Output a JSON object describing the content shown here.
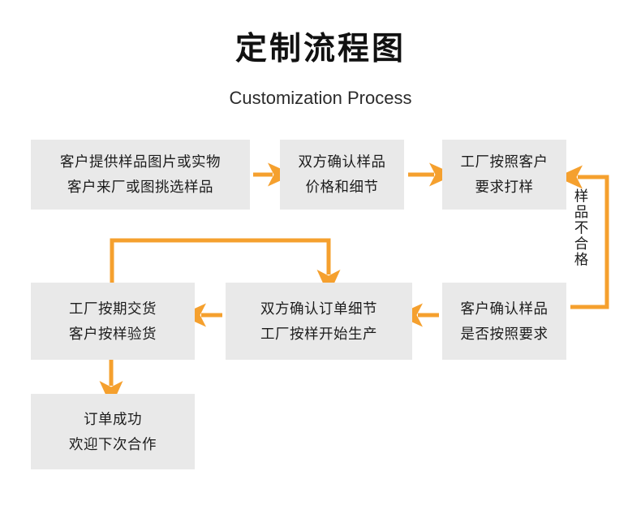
{
  "header": {
    "title": "定制流程图",
    "subtitle": "Customization Process"
  },
  "theme": {
    "arrow_color": "#F5A02E",
    "box_fill": "#E9E9E9",
    "text_color": "#1C1C1C",
    "page_background": "#FFFFFF"
  },
  "nodes": [
    {
      "id": "n1",
      "lines": [
        "客户提供样品图片或实物",
        "客户来厂或图挑选样品"
      ]
    },
    {
      "id": "n2",
      "lines": [
        "双方确认样品",
        "价格和细节"
      ]
    },
    {
      "id": "n3",
      "lines": [
        "工厂按照客户",
        "要求打样"
      ]
    },
    {
      "id": "n4",
      "lines": [
        "客户确认样品",
        "是否按照要求"
      ]
    },
    {
      "id": "n5",
      "lines": [
        "双方确认订单细节",
        "工厂按样开始生产"
      ]
    },
    {
      "id": "n6",
      "lines": [
        "工厂按期交货",
        "客户按样验货"
      ]
    },
    {
      "id": "n7",
      "lines": [
        "订单成功",
        "欢迎下次合作"
      ]
    }
  ],
  "connectors": {
    "loop_label": "样品不合格"
  }
}
